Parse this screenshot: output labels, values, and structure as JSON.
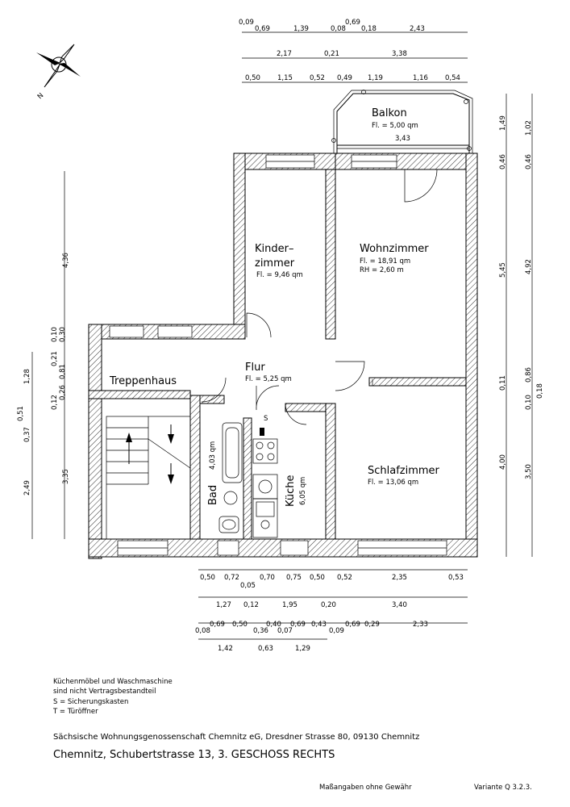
{
  "rooms": {
    "balkon": {
      "name": "Balkon",
      "area": "Fl. = 5,00 qm",
      "width": "3,43"
    },
    "kinderzimmer": {
      "name1": "Kinder–",
      "name2": "zimmer",
      "area": "Fl. = 9,46 qm"
    },
    "wohnzimmer": {
      "name": "Wohnzimmer",
      "area": "Fl. = 18,91 qm",
      "rh": "RH = 2,60 m"
    },
    "flur": {
      "name": "Flur",
      "area": "Fl. = 5,25 qm"
    },
    "treppenhaus": {
      "name": "Treppenhaus"
    },
    "bad": {
      "name": "Bad",
      "area": "4,03 qm"
    },
    "kueche": {
      "name": "Küche",
      "area": "6,05 qm"
    },
    "schlafzimmer": {
      "name": "Schlafzimmer",
      "area": "Fl. = 13,06 qm"
    },
    "s_mark": "S"
  },
  "dims_top": {
    "row1": [
      "0,09",
      "0,69",
      "1,39",
      "0,08",
      "0,69",
      "0,18",
      "2,43"
    ],
    "row2": [
      "2,17",
      "0,21",
      "3,38"
    ],
    "row3": [
      "0,50",
      "1,15",
      "0,52",
      "0,49",
      "1,19",
      "1,16",
      "0,54"
    ]
  },
  "dims_right": {
    "inner": [
      "1,49",
      "0,46",
      "5,45",
      "0,11",
      "0,10",
      "4,00"
    ],
    "outer": [
      "1,02",
      "0,46",
      "4,92",
      "0,86",
      "0,18",
      "3,50"
    ]
  },
  "dims_left": {
    "outer": [
      "4,36",
      "1,28",
      "3,35",
      "0,51"
    ],
    "inner": [
      "0,10",
      "0,30",
      "0,21",
      "0,81",
      "0,26",
      "0,12",
      "0,37",
      "2,49"
    ]
  },
  "dims_bottom": {
    "row1": [
      "0,50",
      "0,72",
      "0,05",
      "0,70",
      "0,75",
      "0,50",
      "0,52",
      "2,35",
      "0,53"
    ],
    "row2": [
      "1,27",
      "0,12",
      "1,95",
      "0,20",
      "3,40"
    ],
    "row3": [
      "0,08",
      "0,69",
      "0,50",
      "0,36",
      "0,40",
      "0,07",
      "0,69",
      "0,43",
      "0,09",
      "0,69",
      "0,29",
      "2,33"
    ],
    "row4": [
      "1,42",
      "0,63",
      "1,29"
    ]
  },
  "notes": {
    "line1": "Küchenmöbel und Waschmaschine",
    "line2": "sind nicht Vertragsbestandteil",
    "line3": "S = Sicherungskasten",
    "line4": "T = Türöffner"
  },
  "footer": {
    "company": "Sächsische Wohnungsgenossenschaft Chemnitz eG, Dresdner Strasse 80, 09130 Chemnitz",
    "address": "Chemnitz, Schubertstrasse 13, 3. GESCHOSS RECHTS",
    "disclaimer": "Maßangaben ohne Gewähr",
    "variant": "Variante Q 3.2.3."
  },
  "compass": {
    "label": "N"
  }
}
